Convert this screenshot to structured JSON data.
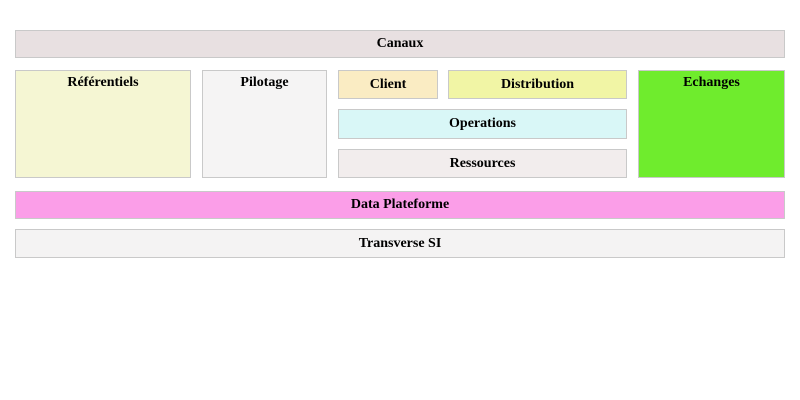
{
  "blocks": {
    "canaux": {
      "label": "Canaux",
      "bg": "#e8e0e1"
    },
    "referentiels": {
      "label": "Référentiels",
      "bg": "#f5f6d3"
    },
    "pilotage": {
      "label": "Pilotage",
      "bg": "#f5f4f4"
    },
    "client": {
      "label": "Client",
      "bg": "#faecc3"
    },
    "distribution": {
      "label": "Distribution",
      "bg": "#f1f5a5"
    },
    "operations": {
      "label": "Operations",
      "bg": "#d9f7f7"
    },
    "ressources": {
      "label": "Ressources",
      "bg": "#f2eded"
    },
    "echanges": {
      "label": "Echanges",
      "bg": "#6fec2d"
    },
    "data_plateforme": {
      "label": "Data Plateforme",
      "bg": "#fb9ee8"
    },
    "transverse_si": {
      "label": "Transverse SI",
      "bg": "#f4f3f3"
    }
  },
  "colors": {
    "border": "#c9c9c9",
    "text": "#000000",
    "page_bg": "#ffffff"
  }
}
